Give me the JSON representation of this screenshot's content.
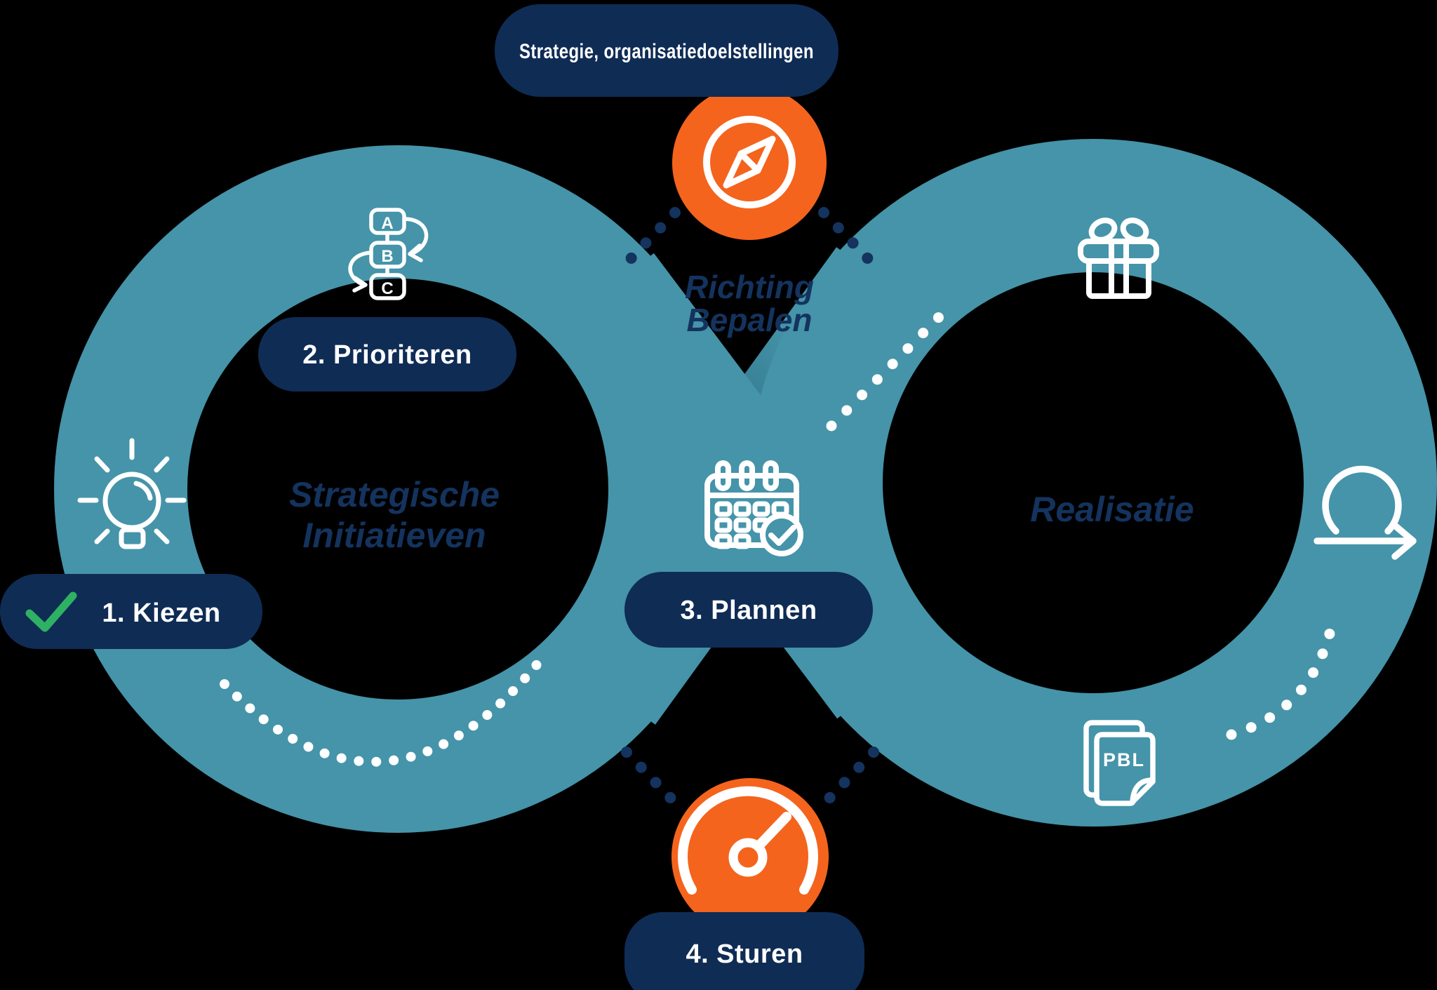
{
  "banner": {
    "label": "Strategie, organisatiedoelstellingen"
  },
  "phases": {
    "richting_bepalen": {
      "line1": "Richting",
      "line2": "Bepalen"
    },
    "strategische_initiatieven": {
      "line1": "Strategische",
      "line2": "Initiatieven"
    },
    "realisatie": {
      "label": "Realisatie"
    }
  },
  "steps": [
    {
      "label": "1. Kiezen",
      "icon": "checkmark-icon"
    },
    {
      "label": "2. Prioriteren",
      "icon": "abc-priority-icon"
    },
    {
      "label": "3. Plannen",
      "icon": "calendar-check-icon"
    },
    {
      "label": "4. Sturen",
      "icon": "gauge-icon"
    }
  ],
  "icons": {
    "abc": {
      "a": "A",
      "b": "B",
      "c": "C"
    },
    "pbl": {
      "label": "PBL"
    }
  },
  "colors": {
    "teal_band": "#4594A9",
    "teal_band_dark": "#2E7289",
    "navy_pill": "#0F2C55",
    "navy_heading": "#14335E",
    "orange_node": "#F4641D",
    "green_check": "#2FB163",
    "white": "#FFFFFF",
    "background": "#000000"
  }
}
